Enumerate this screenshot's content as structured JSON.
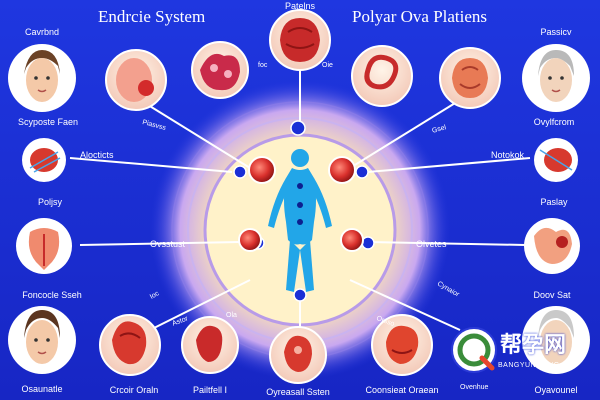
{
  "header": {
    "title_left": "Endrcie System",
    "title_center": "Patelns",
    "title_right": "Polyar Ova Platiens"
  },
  "side_labels": {
    "top_left_caption": "Cavrbnd",
    "top_left_sub": "Scyposte Faen",
    "top_right_caption": "Passicv",
    "top_right_sub": "Ovylfcrom",
    "mid_left_1": "Alocticts",
    "mid_left_2": "Poljsy",
    "mid_left_3": "Foncocle Sseh",
    "mid_right_1": "Notokok",
    "mid_right_2": "Paslay",
    "mid_right_3": "Doov Sat"
  },
  "ring_labels": {
    "a": "Piasvss",
    "b": "foc",
    "c": "Oie",
    "d": "Gsel",
    "e": "Ovsstust",
    "f": "Olvetes",
    "g": "Ioc",
    "h": "Astor",
    "i": "Ola",
    "j": "Orsso",
    "k": "Cynaior"
  },
  "bottom_labels": {
    "b1": "Osaunatle",
    "b2": "Crcoir Oraln",
    "b3": "Pailtfell I",
    "b4": "Oyreasall Ssten",
    "b5": "Coonsieat Oraean",
    "b6": "Ovenhue",
    "b7": "Oyavounel"
  },
  "watermark": {
    "text": "帮孕网",
    "sub": "BANGYUNWANG"
  },
  "colors": {
    "background": "#1a2fd6",
    "accent": "#e8453c",
    "body": "#21a4e6"
  }
}
